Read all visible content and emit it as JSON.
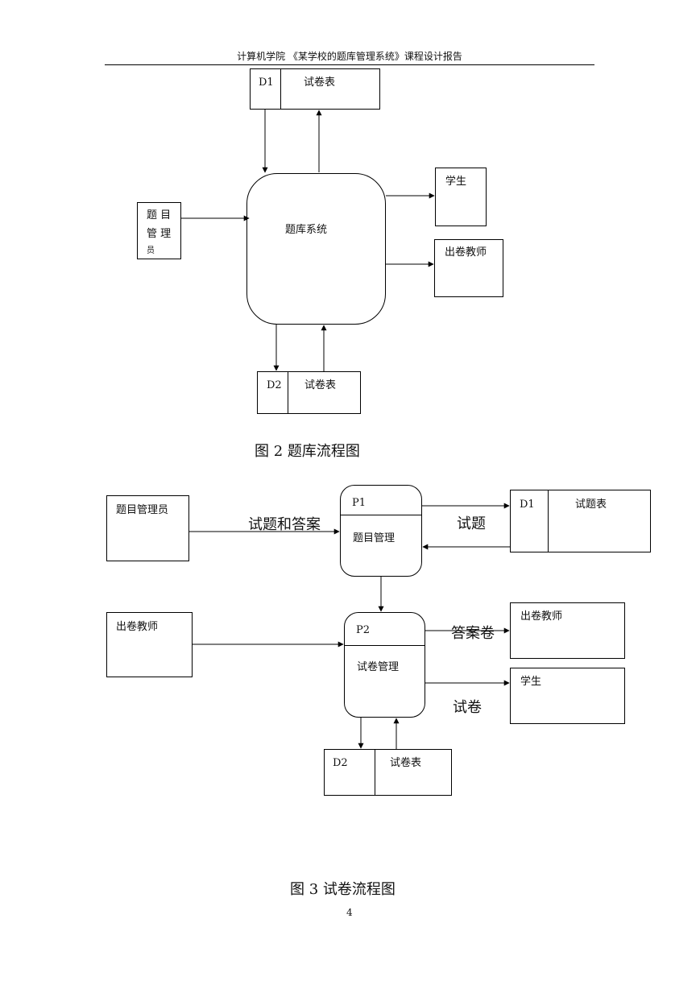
{
  "header": {
    "text": "计算机学院  《某学校的题库管理系统》课程设计报告"
  },
  "figure2": {
    "caption": "图 2  题库流程图",
    "d1_store": {
      "id": "D1",
      "name": "试卷表"
    },
    "d2_store": {
      "id": "D2",
      "name": "试卷表"
    },
    "process": "题库系统",
    "admin": [
      "题 目",
      "管 理",
      "员"
    ],
    "student": "学生",
    "teacher": "出卷教师"
  },
  "figure3": {
    "caption": "图 3  试卷流程图",
    "admin": "题目管理员",
    "teacher_in": "出卷教师",
    "p1": {
      "id": "P1",
      "name": "题目管理"
    },
    "p2": {
      "id": "P2",
      "name": "试卷管理"
    },
    "d1_store": {
      "id": "D1",
      "name": "试题表"
    },
    "d2_store": {
      "id": "D2",
      "name": "试卷表"
    },
    "teacher_out": "出卷教师",
    "student": "学生",
    "flow_questions_answers": "试题和答案",
    "flow_questions": "试题",
    "flow_answer_sheet": "答案卷",
    "flow_paper": "试卷"
  },
  "page_number": "4"
}
